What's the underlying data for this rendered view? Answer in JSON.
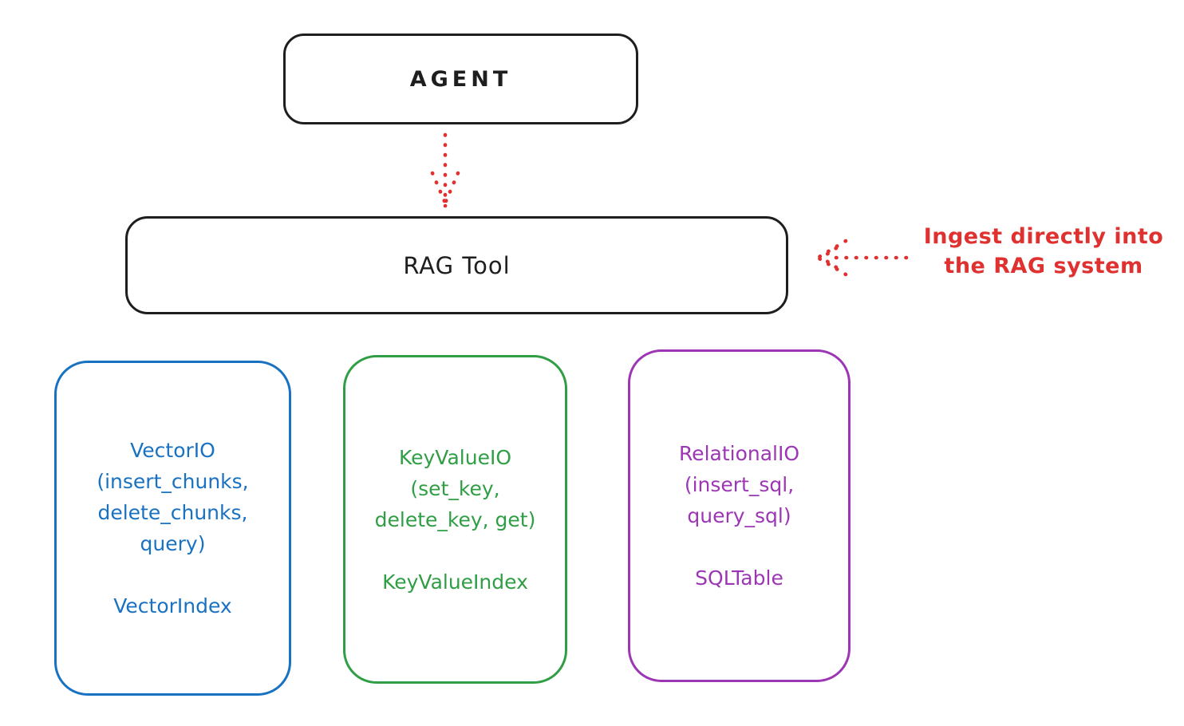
{
  "diagram": {
    "title_hint": "RAG Tool architecture sketch",
    "agent": {
      "label": "AGENT",
      "color": "#1e1e1e"
    },
    "rag_tool": {
      "label": "RAG Tool",
      "color": "#1e1e1e"
    },
    "storage_nodes": [
      {
        "name": "VectorIO",
        "text": "VectorIO\n(insert_chunks,\ndelete_chunks,\nquery)\n\nVectorIndex",
        "color": "#1971c2"
      },
      {
        "name": "KeyValueIO",
        "text": "KeyValueIO\n(set_key,\ndelete_key, get)\n\nKeyValueIndex",
        "color": "#2f9e44"
      },
      {
        "name": "RelationalIO",
        "text": "RelationalIO\n(insert_sql,\nquery_sql)\n\nSQLTable",
        "color": "#9c36b5"
      }
    ],
    "annotation": {
      "text": "Ingest directly into\nthe RAG system",
      "color": "#e03131"
    },
    "arrows": [
      {
        "id": "agent-to-ragtool",
        "style": "dotted",
        "color": "#e03131",
        "direction": "down"
      },
      {
        "id": "annotation-to-ragtool",
        "style": "dotted",
        "color": "#e03131",
        "direction": "left"
      }
    ],
    "colors": {
      "background": "#ffffff",
      "ink": "#1e1e1e",
      "arrow_red": "#e03131",
      "blue": "#1971c2",
      "green": "#2f9e44",
      "purple": "#9c36b5"
    }
  }
}
